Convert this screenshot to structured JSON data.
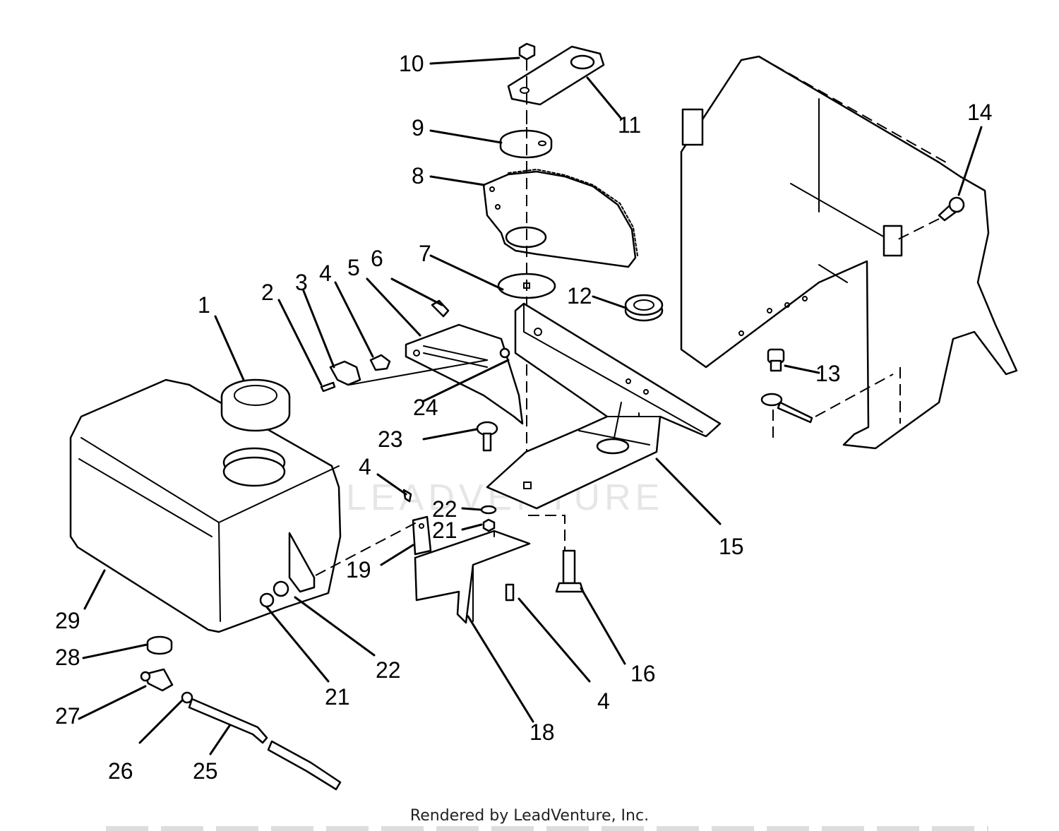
{
  "watermark": "LEADVENTURE",
  "credit": "Rendered by LeadVenture, Inc.",
  "callouts": {
    "c1": "1",
    "c2": "2",
    "c3": "3",
    "c4a": "4",
    "c4b": "4",
    "c4c": "4",
    "c5": "5",
    "c6": "6",
    "c7": "7",
    "c8": "8",
    "c9": "9",
    "c10": "10",
    "c11": "11",
    "c12": "12",
    "c13": "13",
    "c14": "14",
    "c15": "15",
    "c16": "16",
    "c18": "18",
    "c19": "19",
    "c21a": "21",
    "c21b": "21",
    "c22a": "22",
    "c22b": "22",
    "c23": "23",
    "c24": "24",
    "c25": "25",
    "c26": "26",
    "c27": "27",
    "c28": "28",
    "c29": "29"
  }
}
